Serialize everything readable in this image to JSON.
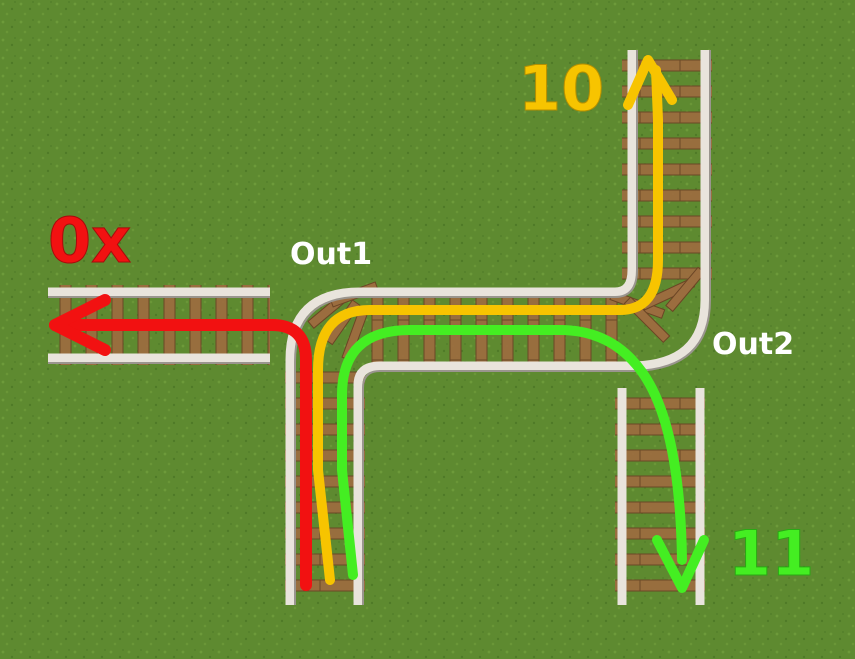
{
  "labels": {
    "out_0x": "0x",
    "out_10": "10",
    "out_11": "11",
    "junction_1": "Out1",
    "junction_2": "Out2"
  },
  "colors": {
    "grass": "#5e8a30",
    "rail": "#e9e4dc",
    "tie": "#9b6d3f",
    "route_0x": "#f21111",
    "route_10": "#f7c400",
    "route_11": "#44ee22",
    "junction_label": "#ffffff"
  }
}
